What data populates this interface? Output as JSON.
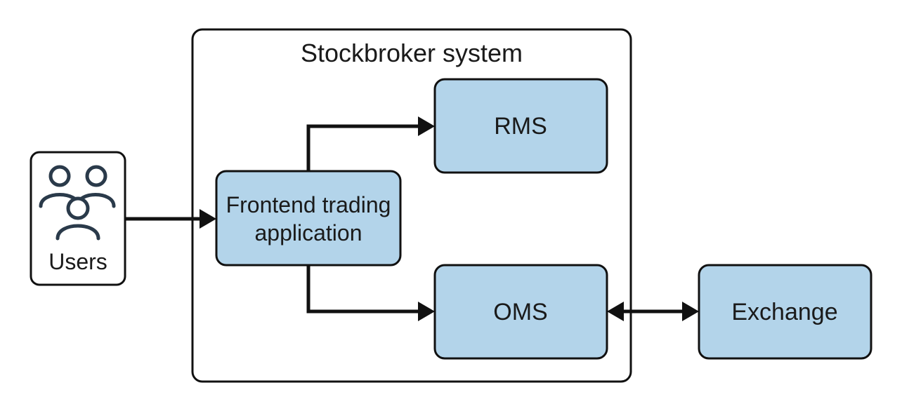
{
  "diagram": {
    "system_title": "Stockbroker system",
    "users_label": "Users",
    "frontend_label_line1": "Frontend trading",
    "frontend_label_line2": "application",
    "rms_label": "RMS",
    "oms_label": "OMS",
    "exchange_label": "Exchange"
  },
  "colors": {
    "box_fill": "#b3d4ea",
    "stroke": "#111111",
    "container_fill": "#ffffff"
  }
}
